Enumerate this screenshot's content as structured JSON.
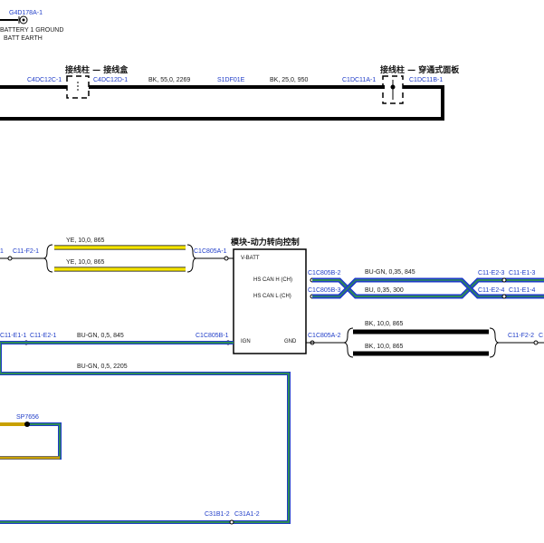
{
  "colors": {
    "black": "#000000",
    "blue": "#1f3cc8",
    "green": "#2e8b57",
    "yellow": "#f5e500",
    "olive": "#c8a000",
    "connector_text": "#1f3cc8"
  },
  "ground": {
    "connector": "G4D178A-1",
    "label_line1": "BATTERY 1 GROUND",
    "label_line2": "BATT EARTH",
    "icon": "ground-terminal-icon"
  },
  "top_bus": {
    "connectors": {
      "c4dc12c": "C4DC12C-1",
      "c4dc12d": "C4DC12D-1",
      "s1df01e": "S1DF01E",
      "c1dc11a": "C1DC11A-1",
      "c1dc11b": "C1DC11B-1"
    },
    "wire_left": "BK, 55,0, 2269",
    "wire_right": "BK, 25,0, 950",
    "junction1_title": "接线柱 — 接线盒",
    "junction2_title": "接线柱 — 穿通式面板"
  },
  "module": {
    "title": "模块-动力转向控制",
    "pins": {
      "vbatt": "V-BATT",
      "can_h": "HS CAN H (CH)",
      "can_l": "HS CAN L (CH)",
      "ign": "IGN",
      "gnd": "GND"
    }
  },
  "power_feed": {
    "c11_f2": "C11-F2-1",
    "left_stub": "1",
    "wire_a": "YE, 10,0, 865",
    "wire_b": "YE, 10,0, 865",
    "c1c805a1": "C1C805A-1"
  },
  "can_bus": {
    "c1c805b2": "C1C805B-2",
    "c1c805b3": "C1C805B-3",
    "wire_h": "BU-GN, 0,35, 845",
    "wire_l": "BU, 0,35, 300",
    "c11_e2_3": "C11-E2-3",
    "c11_e1_3": "C11-E1-3",
    "c11_e2_4": "C11-E2-4",
    "c11_e1_4": "C11-E1-4"
  },
  "ignition": {
    "c11_e1": "C11-E1-1",
    "c11_e2": "C11-E2-1",
    "wire": "BU-GN, 0,5, 845",
    "c1c805b1": "C1C805B-1",
    "wire_long": "BU-GN, 0,5, 2205",
    "splice": "SP7656",
    "c31b1": "C31B1-2",
    "c31a1": "C31A1-2"
  },
  "ground_out": {
    "c1c805a2": "C1C805A-2",
    "wire_a": "BK, 10,0, 865",
    "wire_b": "BK, 10,0, 865",
    "c11_f2_2": "C11-F2-2",
    "right_stub": "C"
  }
}
